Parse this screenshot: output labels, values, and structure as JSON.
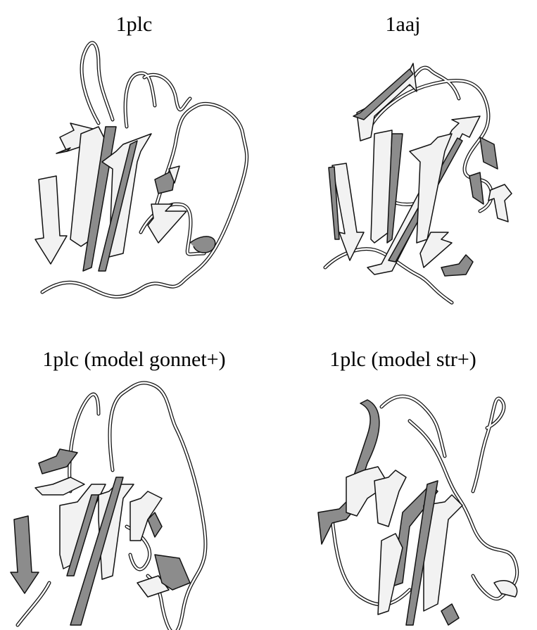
{
  "panels": [
    {
      "title": "1plc",
      "structure": "protein-ribbon-diagram"
    },
    {
      "title": "1aaj",
      "structure": "protein-ribbon-diagram"
    },
    {
      "title": "1plc (model gonnet+)",
      "structure": "protein-ribbon-diagram"
    },
    {
      "title": "1plc (model str+)",
      "structure": "protein-ribbon-diagram"
    }
  ],
  "colors": {
    "strand_light": "#f2f2f2",
    "strand_dark": "#8c8c8c",
    "coil": "#ffffff",
    "outline": "#111111"
  }
}
